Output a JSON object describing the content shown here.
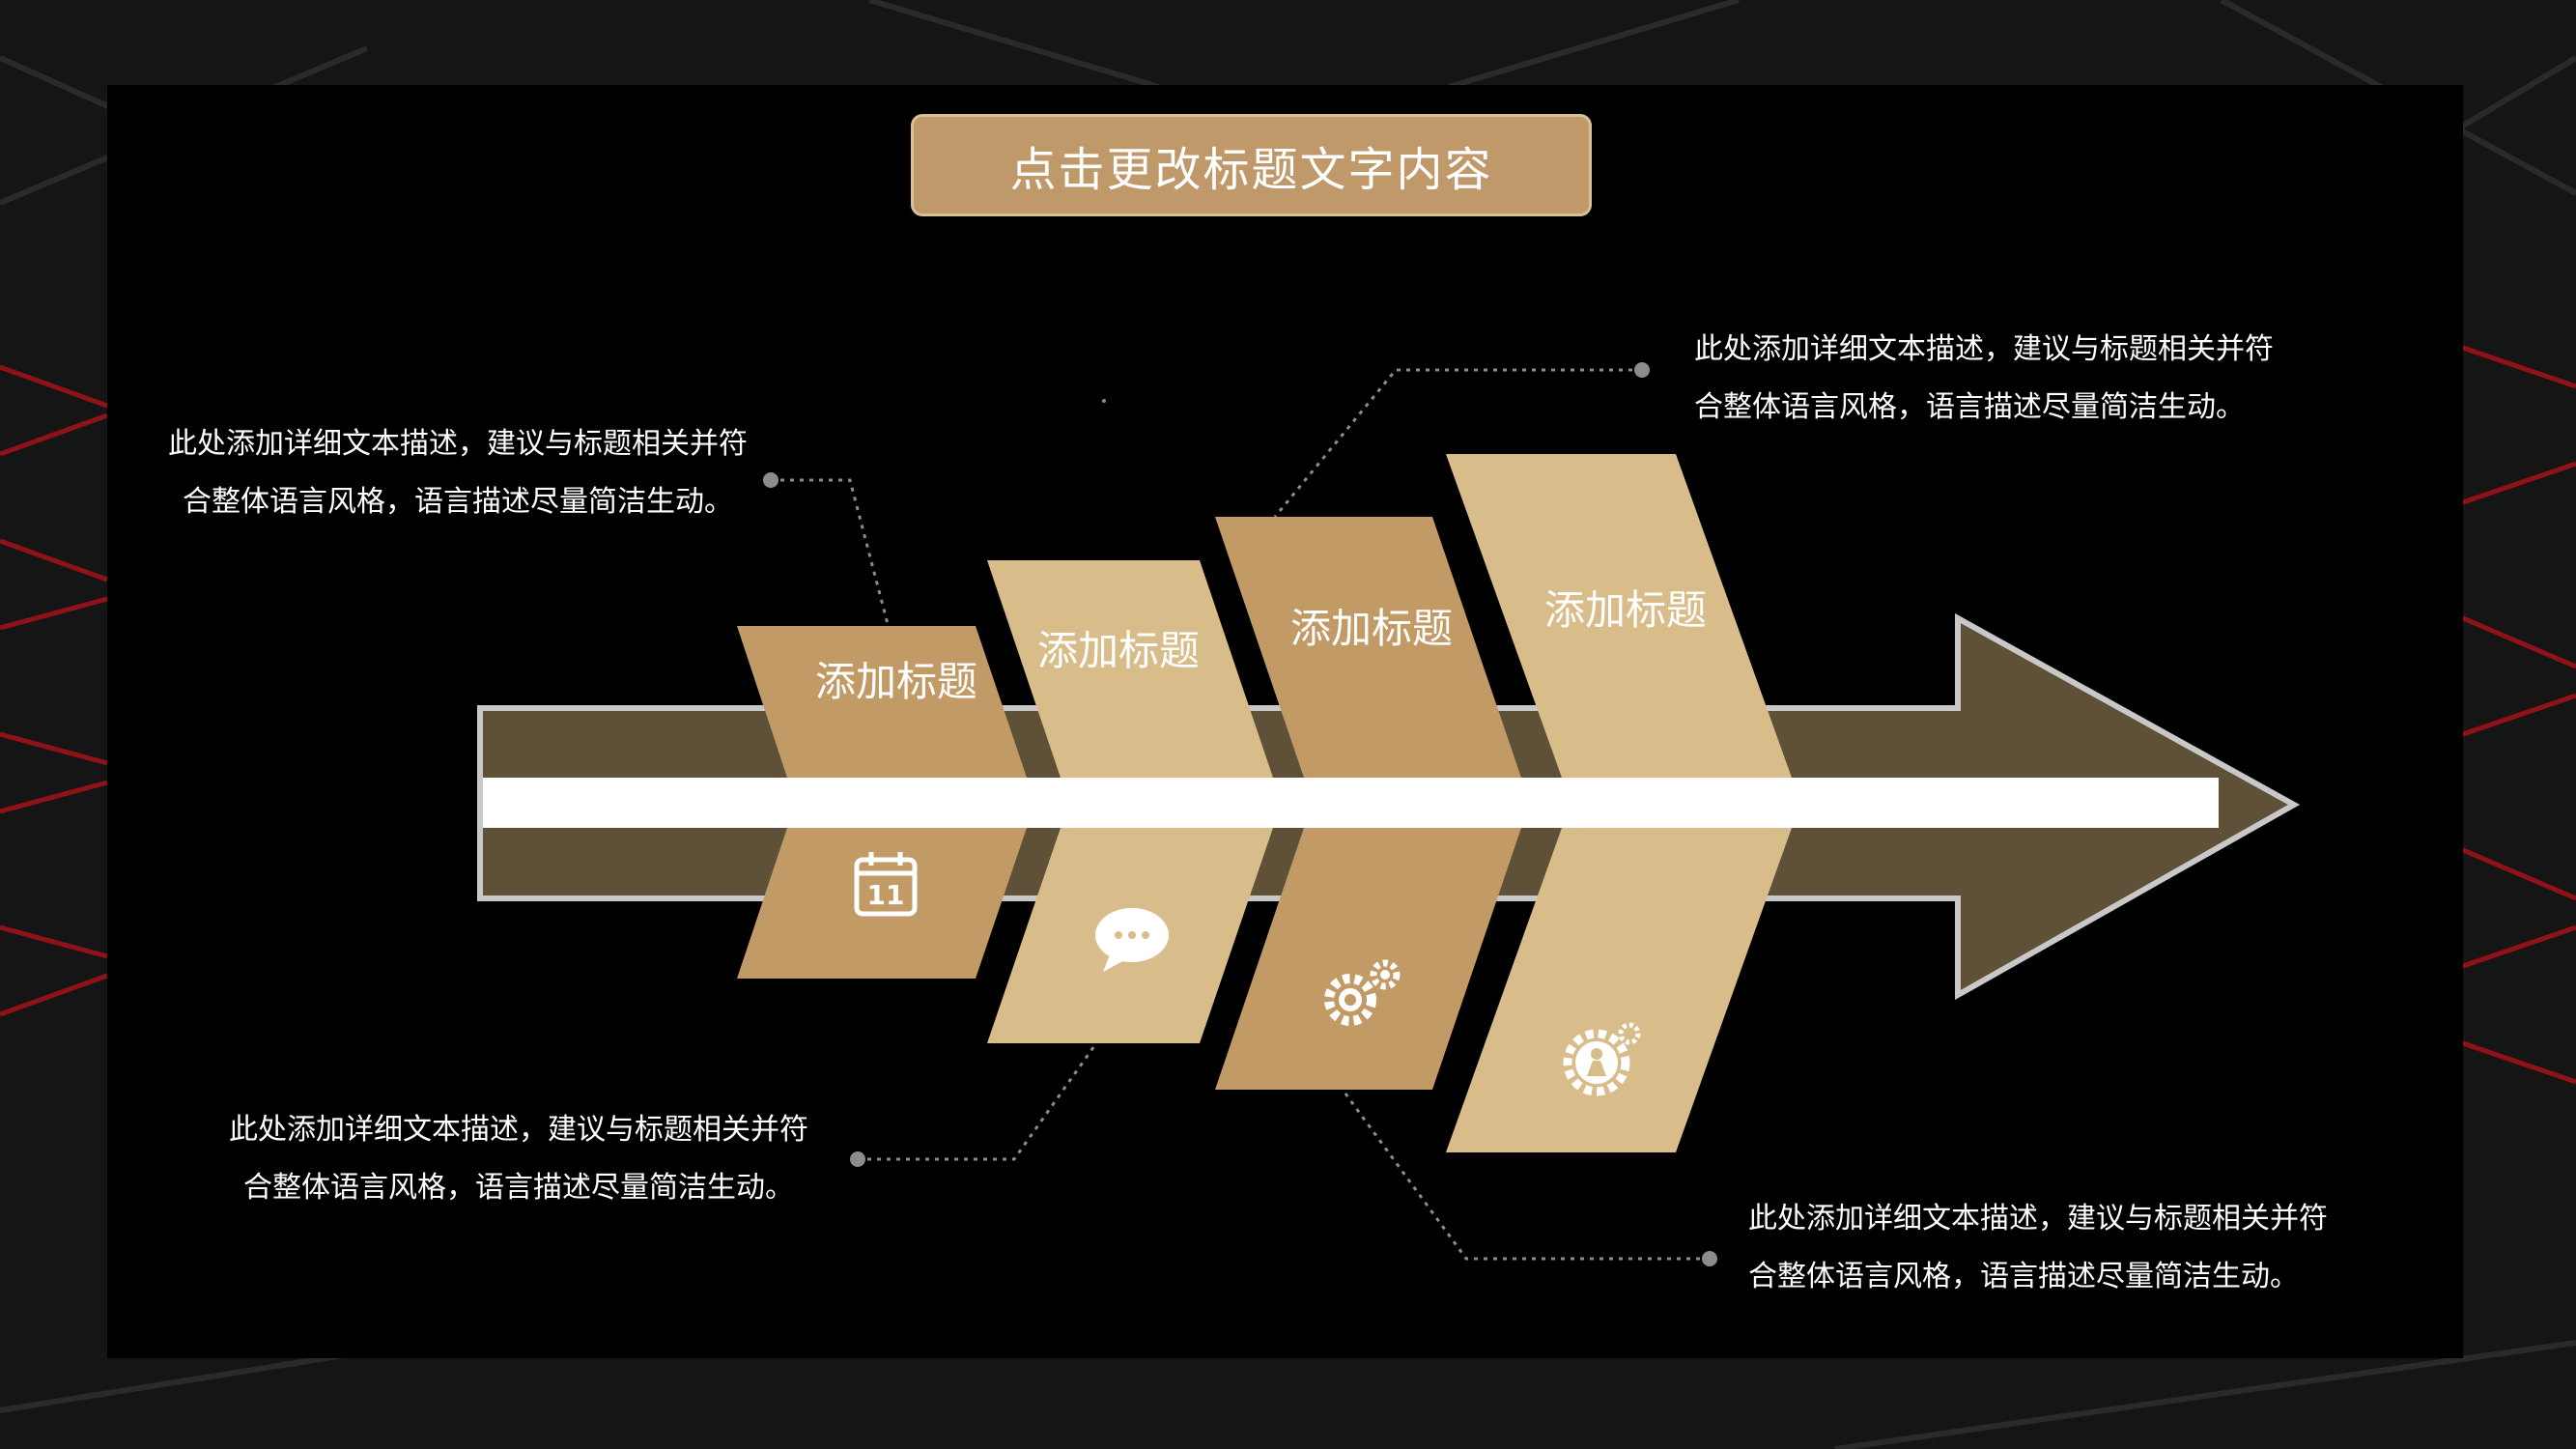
{
  "title": "点击更改标题文字内容",
  "items": [
    {
      "label": "添加标题",
      "icon": "calendar-icon",
      "icon_text": "11",
      "color": "#c19a66",
      "desc": [
        "此处添加详细文本描述，建议与标题相关并符",
        "合整体语言风格，语言描述尽量简洁生动。"
      ]
    },
    {
      "label": "添加标题",
      "icon": "chat-bubble-icon",
      "color": "#d8bd8a",
      "desc": [
        "此处添加详细文本描述，建议与标题相关并符",
        "合整体语言风格，语言描述尽量简洁生动。"
      ]
    },
    {
      "label": "添加标题",
      "icon": "gears-icon",
      "color": "#c19a66",
      "desc": [
        "此处添加详细文本描述，建议与标题相关并符",
        "合整体语言风格，语言描述尽量简洁生动。"
      ]
    },
    {
      "label": "添加标题",
      "icon": "person-gear-icon",
      "color": "#d8bd8a",
      "desc": [
        "此处添加详细文本描述，建议与标题相关并符",
        "合整体语言风格，语言描述尽量简洁生动。"
      ]
    }
  ],
  "colors": {
    "arrow": "#5e5137",
    "arrow_border": "#c8c8c8",
    "panel": "#000000",
    "background": "#141414",
    "accent_red": "#a0121a"
  }
}
